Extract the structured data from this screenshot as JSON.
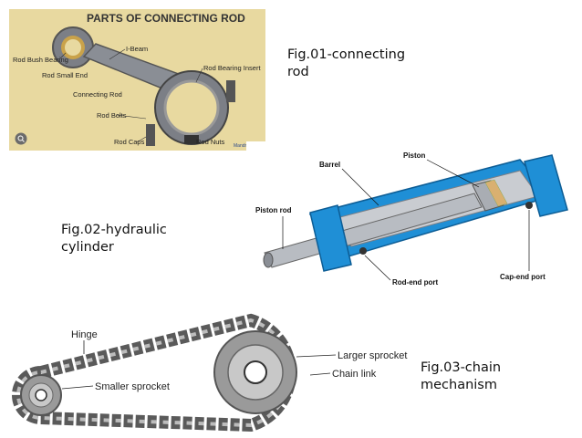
{
  "slide": {
    "captions": {
      "fig1": "Fig.01-connecting rod",
      "fig2": "Fig.02-hydraulic cylinder",
      "fig3": "Fig.03-chain mechanism"
    },
    "connecting_rod": {
      "title": "PARTS OF CONNECTING ROD",
      "labels": {
        "bush": "Rod Bush Bearing",
        "ibeam": "I-Beam",
        "small_end": "Rod Small End",
        "bearing_insert": "Rod Bearing Insert",
        "connecting_rod": "Connecting Rod",
        "bolts": "Rod Bolts",
        "caps": "Rod Caps",
        "nuts": "Rod Nuts"
      },
      "watermark": "Mandrector",
      "zoom_icon": "zoom-icon"
    },
    "hydraulic": {
      "labels": {
        "barrel": "Barrel",
        "piston": "Piston",
        "piston_rod": "Piston rod",
        "rod_end_port": "Rod-end port",
        "cap_end_port": "Cap-end port"
      }
    },
    "chain": {
      "labels": {
        "hinge": "Hinge",
        "larger": "Larger sprocket",
        "link": "Chain link",
        "smaller": "Smaller sprocket"
      }
    },
    "colors": {
      "beige": "#e8d9a0",
      "steel": "#8a8e95",
      "blue": "#1f8fd6",
      "chain": "#5a5a5a"
    }
  }
}
